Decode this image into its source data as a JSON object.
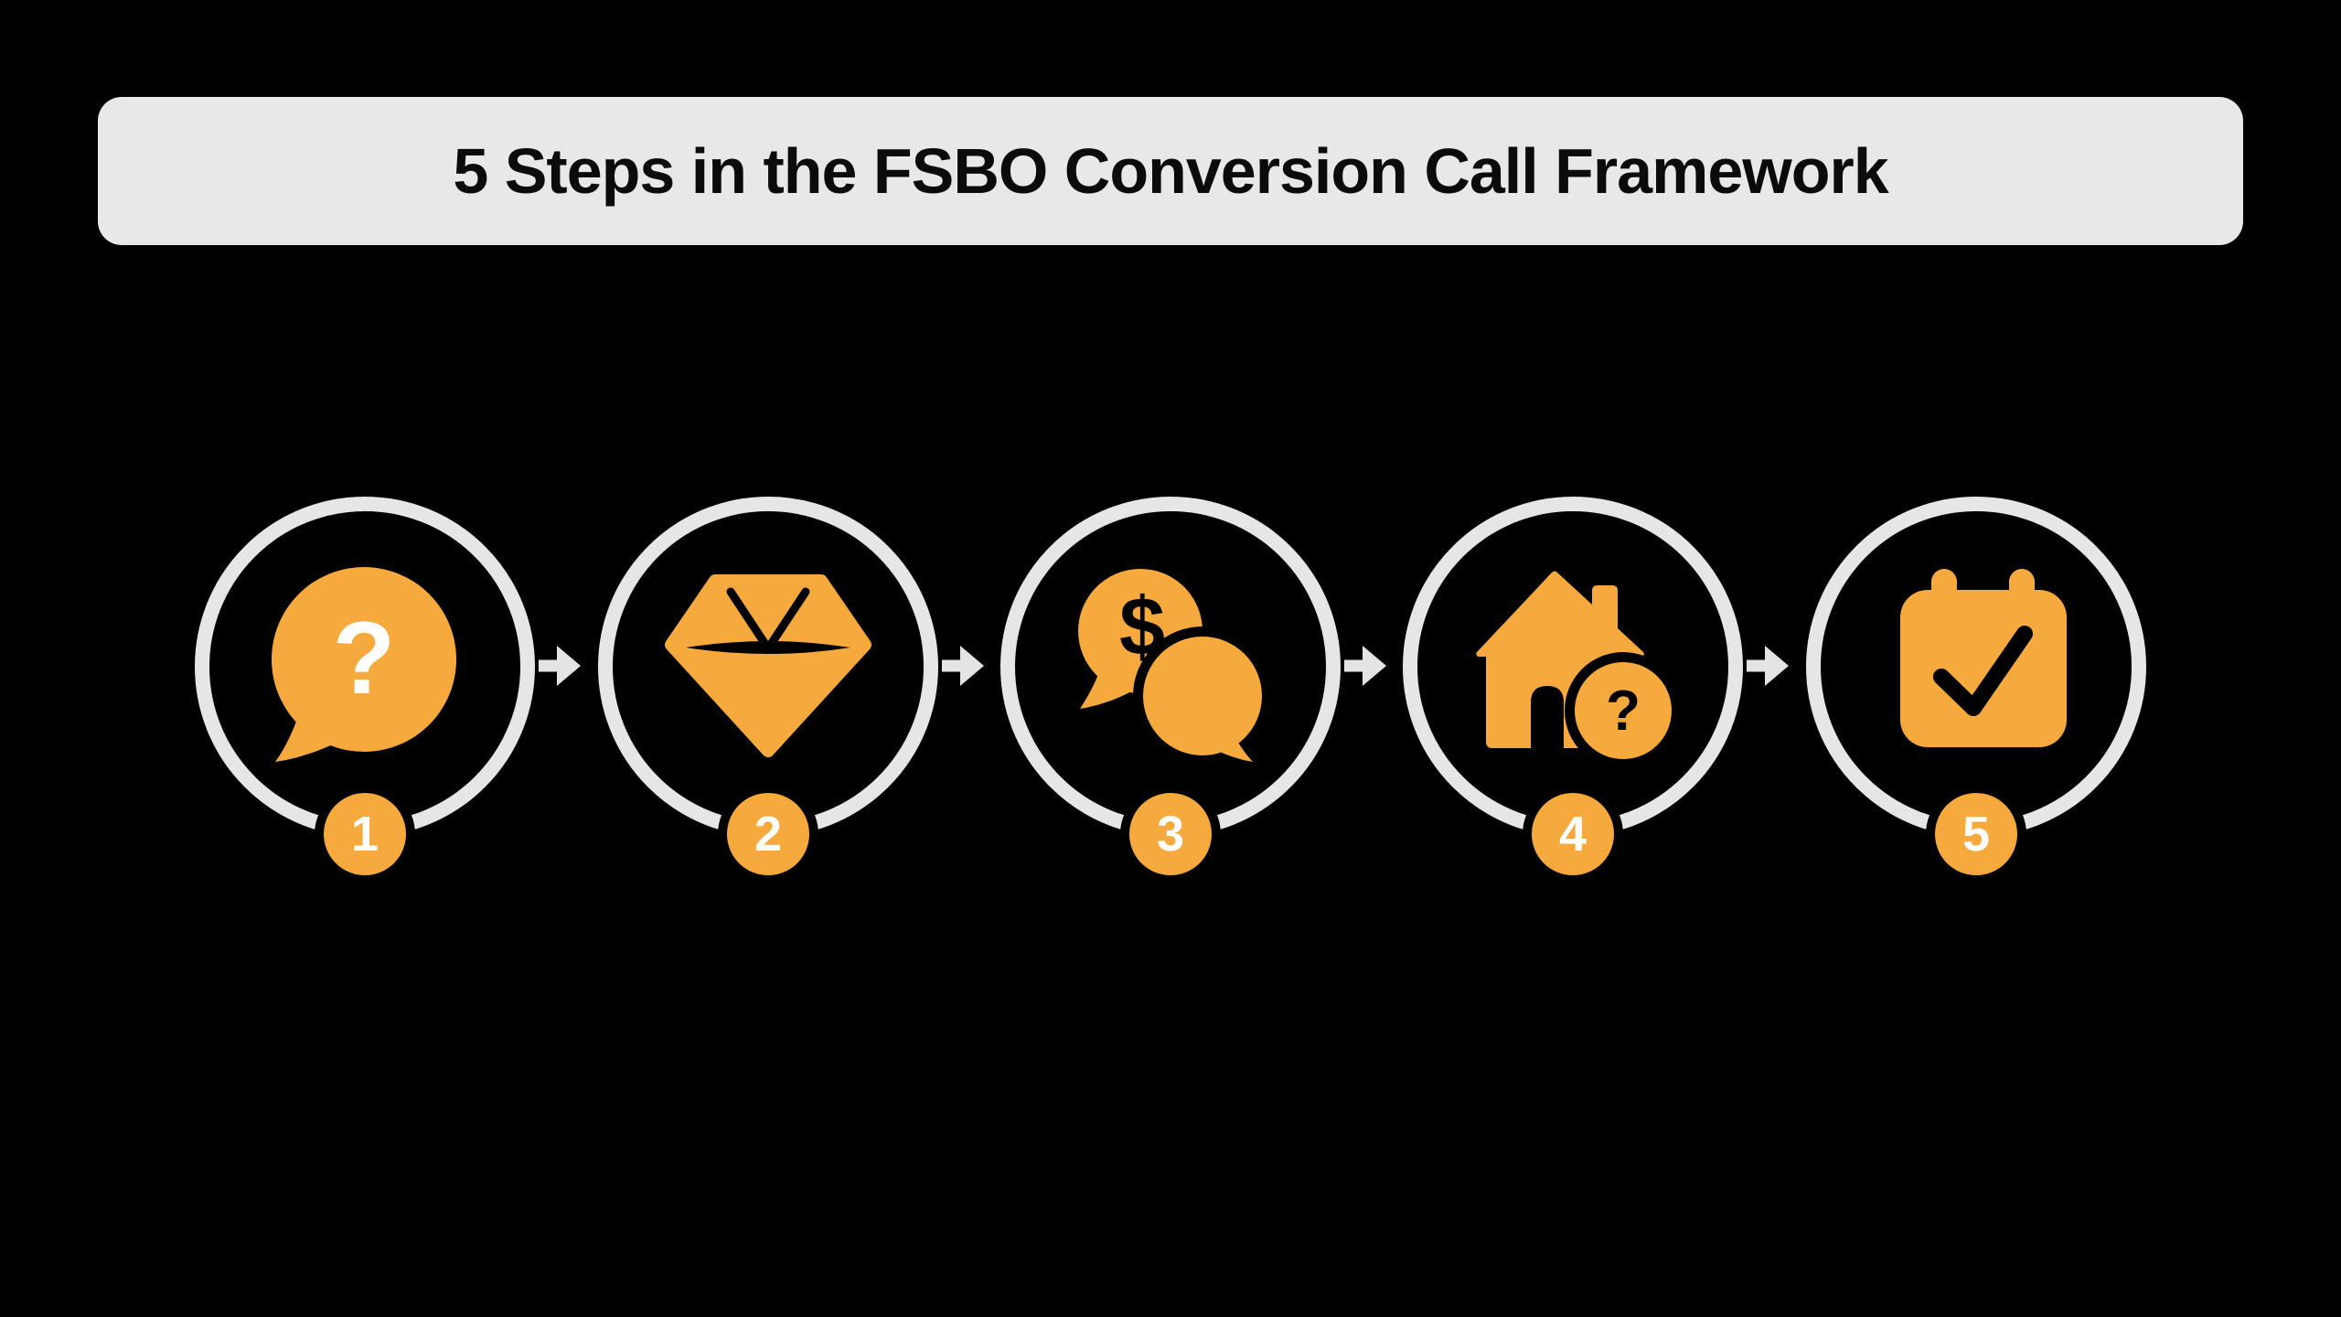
{
  "page": {
    "background": "#000000"
  },
  "title_bar": {
    "text": "5 Steps in the FSBO Conversion Call Framework",
    "bg": "#E8E8E8",
    "text_color": "#0B0B0B"
  },
  "flow": {
    "direction": "left-to-right",
    "connector": "right-arrow",
    "steps": [
      {
        "number": "1",
        "icon": "question-speech-bubble-icon",
        "glyph": "?"
      },
      {
        "number": "2",
        "icon": "diamond-gem-icon",
        "glyph": ""
      },
      {
        "number": "3",
        "icon": "money-chat-bubbles-icon",
        "glyph": "$"
      },
      {
        "number": "4",
        "icon": "house-question-icon",
        "glyph": "?"
      },
      {
        "number": "5",
        "icon": "calendar-check-icon",
        "glyph": ""
      }
    ]
  },
  "colors": {
    "accent_orange": "#F6A93C",
    "ring_gray": "#E6E6E6",
    "arrow_gray": "#E4E4E4",
    "titlebar_gray": "#E8E8E8",
    "background_black": "#000000",
    "badge_text_white": "#FFFFFF"
  }
}
